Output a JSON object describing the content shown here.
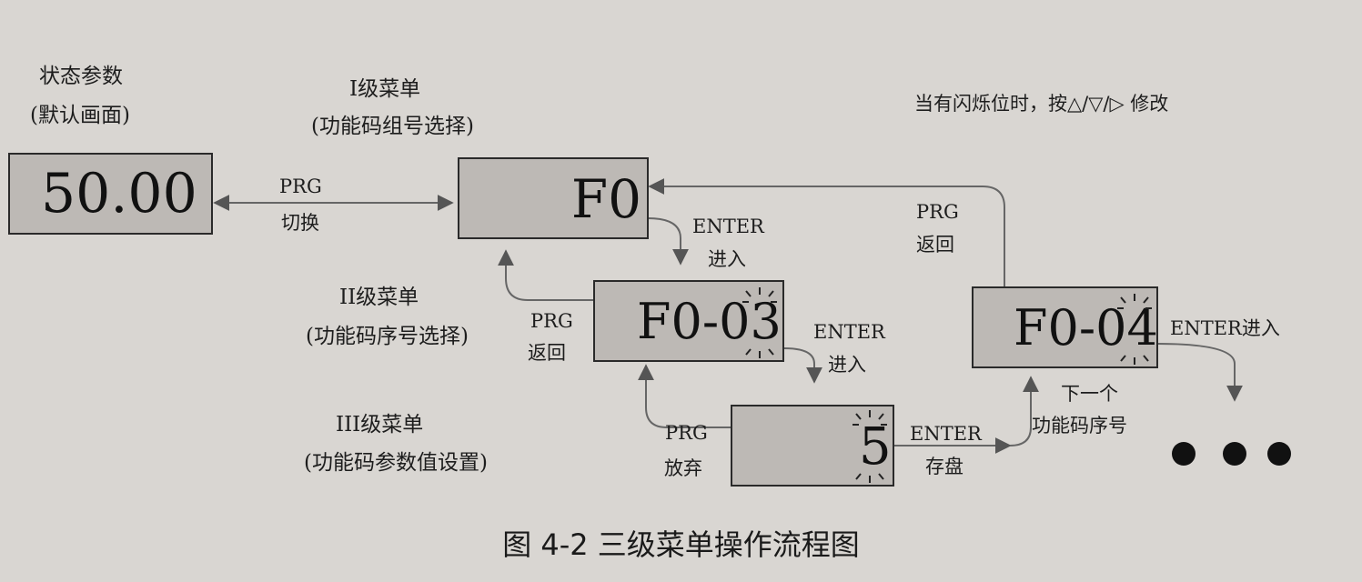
{
  "status_param": {
    "title": "状态参数",
    "subtitle": "(默认画面)",
    "display": "50.00"
  },
  "level1": {
    "title": "I级菜单",
    "subtitle": "(功能码组号选择)",
    "display": "F0"
  },
  "level2": {
    "title": "II级菜单",
    "subtitle": "(功能码序号选择)",
    "display_prefix": "F0-0",
    "display_digit": "3"
  },
  "level3": {
    "title": "III级菜单",
    "subtitle": "(功能码参数值设置)",
    "display": "5"
  },
  "next_box": {
    "display_prefix": "F0-0",
    "display_digit": "4"
  },
  "hint": "当有闪烁位时，按△/▽/▷ 修改",
  "arrows": {
    "prg_switch": {
      "key": "PRG",
      "action": "切换"
    },
    "enter1": {
      "key": "ENTER",
      "action": "进入"
    },
    "prg_back1": {
      "key": "PRG",
      "action": "返回"
    },
    "enter2": {
      "key": "ENTER",
      "action": "进入"
    },
    "prg_abandon": {
      "key": "PRG",
      "action": "放弃"
    },
    "enter_save": {
      "key": "ENTER",
      "action": "存盘"
    },
    "next_seq_line1": "下一个",
    "next_seq_line2": "功能码序号",
    "prg_back2": {
      "key": "PRG",
      "action": "返回"
    },
    "enter_next": "ENTER进入"
  },
  "ellipsis": "●●●",
  "caption": "图 4-2 三级菜单操作流程图"
}
